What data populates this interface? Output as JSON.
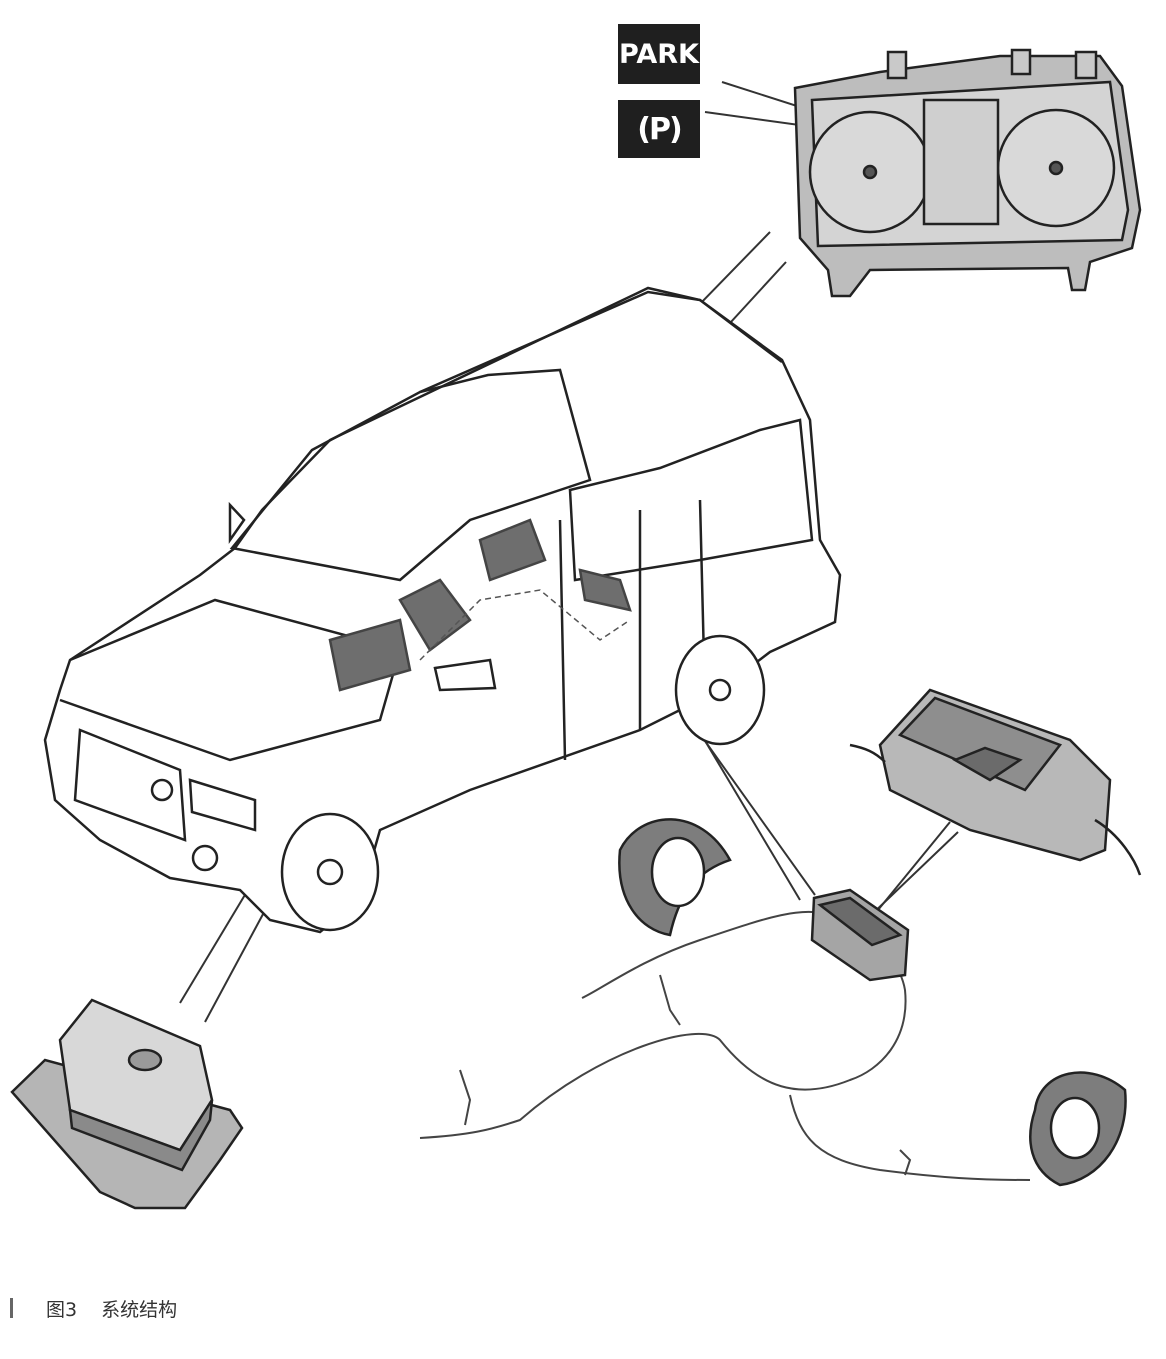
{
  "figure": {
    "indicators": {
      "park_text": "PARK",
      "park_symbol": "(P)"
    },
    "caption": {
      "number": "图3",
      "title": "系统结构"
    }
  },
  "colors": {
    "ink": "#222222",
    "panel_fill": "#c9c9c9",
    "dark_fill": "#6e6e6e",
    "badge_bg": "#1f1f1f"
  }
}
